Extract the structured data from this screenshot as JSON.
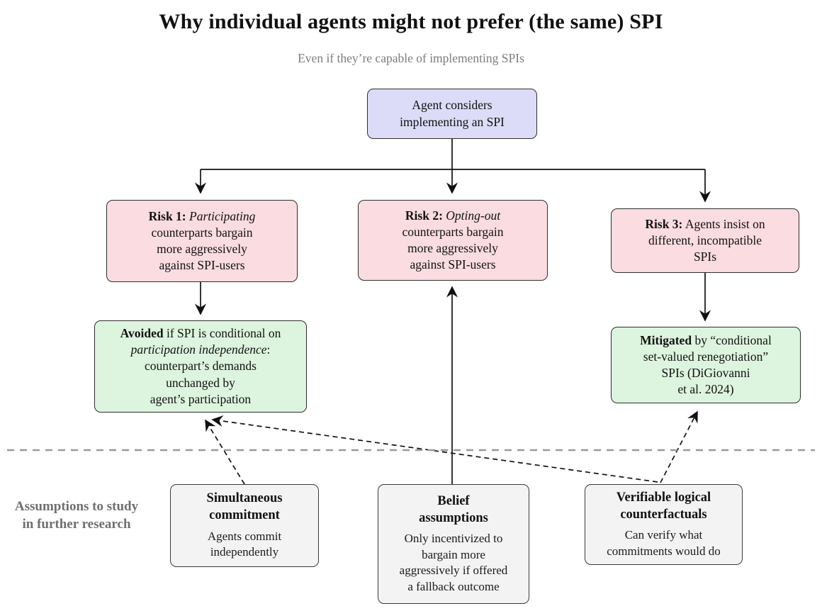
{
  "title": "Why individual agents might not prefer (the same) SPI",
  "subtitle": "Even if they’re capable of implementing SPIs",
  "side_label": {
    "lines": [
      "Assumptions",
      "to study in",
      "further research"
    ]
  },
  "colors": {
    "agent_box": "#dcdcf8",
    "risk_box": "#fbdce1",
    "solution_box": "#ddf5de",
    "assumption_box": "#f3f3f3",
    "border": "#2e2e2e",
    "separator": "#9a9a9a",
    "muted_text": "#7d7d7d"
  },
  "boxes": {
    "agent": {
      "lines": [
        "Agent considers",
        "implementing an SPI"
      ]
    },
    "risk1": {
      "bold": "Risk 1:",
      "italic": "Participating",
      "lines": [
        "counterparts bargain",
        "more aggressively",
        "against SPI-users"
      ]
    },
    "risk2": {
      "bold": "Risk 2:",
      "italic": "Opting-out",
      "lines": [
        "counterparts bargain",
        "more aggressively",
        "against SPI-users"
      ]
    },
    "risk3": {
      "bold": "Risk 3:",
      "after_bold": "Agents insist on",
      "lines": [
        "different, incompatible",
        "SPIs"
      ]
    },
    "avoided": {
      "bold": "Avoided",
      "after_bold": "if SPI is conditional on",
      "italic": "participation independence",
      "italic_suffix": ":",
      "lines": [
        "counterpart’s demands",
        "unchanged by",
        "agent’s participation"
      ]
    },
    "mitigated": {
      "bold": "Mitigated",
      "after_bold": "by “conditional",
      "lines": [
        "set-valued renegotiation”",
        "SPIs (DiGiovanni",
        "et al. 2024)"
      ]
    },
    "simultaneous": {
      "heading": [
        "Simultaneous",
        "commitment"
      ],
      "body": [
        "Agents commit",
        "independently"
      ]
    },
    "belief": {
      "heading": [
        "Belief",
        "assumptions"
      ],
      "body": [
        "Only incentivized to",
        "bargain more",
        "aggressively if offered",
        "a fallback outcome"
      ]
    },
    "verifiable": {
      "heading": [
        "Verifiable logical",
        "counterfactuals"
      ],
      "body": [
        "Can verify what",
        "commitments would do"
      ]
    }
  }
}
